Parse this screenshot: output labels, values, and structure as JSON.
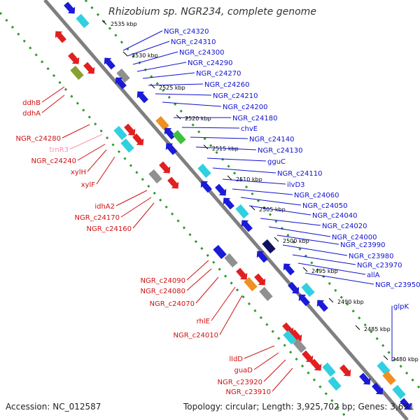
{
  "title": "Rhizobium sp. NGR234, complete genome",
  "accession_text": "Accession: NC_012587",
  "summary_text": "Topology: circular; Length: 3,925,702 bp; Genes: 3,691",
  "colors": {
    "backbone": "#7f7f7f",
    "ring_dots": "#2e9a2e",
    "label_blue": "#1010d0",
    "label_red": "#d01010",
    "label_pink": "#ff8fb0",
    "tick_text": "#000000"
  },
  "ticks": [
    {
      "label": "2535 kbp"
    },
    {
      "label": "2530 kbp"
    },
    {
      "label": "2525 kbp"
    },
    {
      "label": "2520 kbp"
    },
    {
      "label": "2515 kbp"
    },
    {
      "label": "2510 kbp"
    },
    {
      "label": "2505 kbp"
    },
    {
      "label": "2500 kbp"
    },
    {
      "label": "2495 kbp"
    },
    {
      "label": "2490 kbp"
    },
    {
      "label": "2485 kbp"
    },
    {
      "label": "2480 kbp"
    }
  ],
  "right_labels": [
    "NGR_c24320",
    "NGR_c24310",
    "NGR_c24300",
    "NGR_c24290",
    "NGR_c24270",
    "NGR_c24260",
    "NGR_c24210",
    "NGR_c24200",
    "NGR_c24180",
    "chvE",
    "NGR_c24140",
    "NGR_c24130",
    "gguC",
    "NGR_c24110",
    "ilvD3",
    "NGR_c24060",
    "NGR_c24050",
    "NGR_c24040",
    "NGR_c24020",
    "NGR_c24000",
    "NGR_c23990",
    "NGR_c23980",
    "NGR_c23970",
    "allA",
    "NGR_c23950",
    "glpK"
  ],
  "left_labels": [
    "ddhB",
    "ddhA",
    "NGR_c24280",
    "trnR3",
    "NGR_c24240",
    "xylH",
    "xylF",
    "idhA2",
    "NGR_c24170",
    "NGR_c24160",
    "NGR_c24090",
    "NGR_c24080",
    "NGR_c24070",
    "rhlE",
    "NGR_c24010",
    "lldD",
    "guaD",
    "NGR_c23920",
    "NGR_c23910"
  ]
}
